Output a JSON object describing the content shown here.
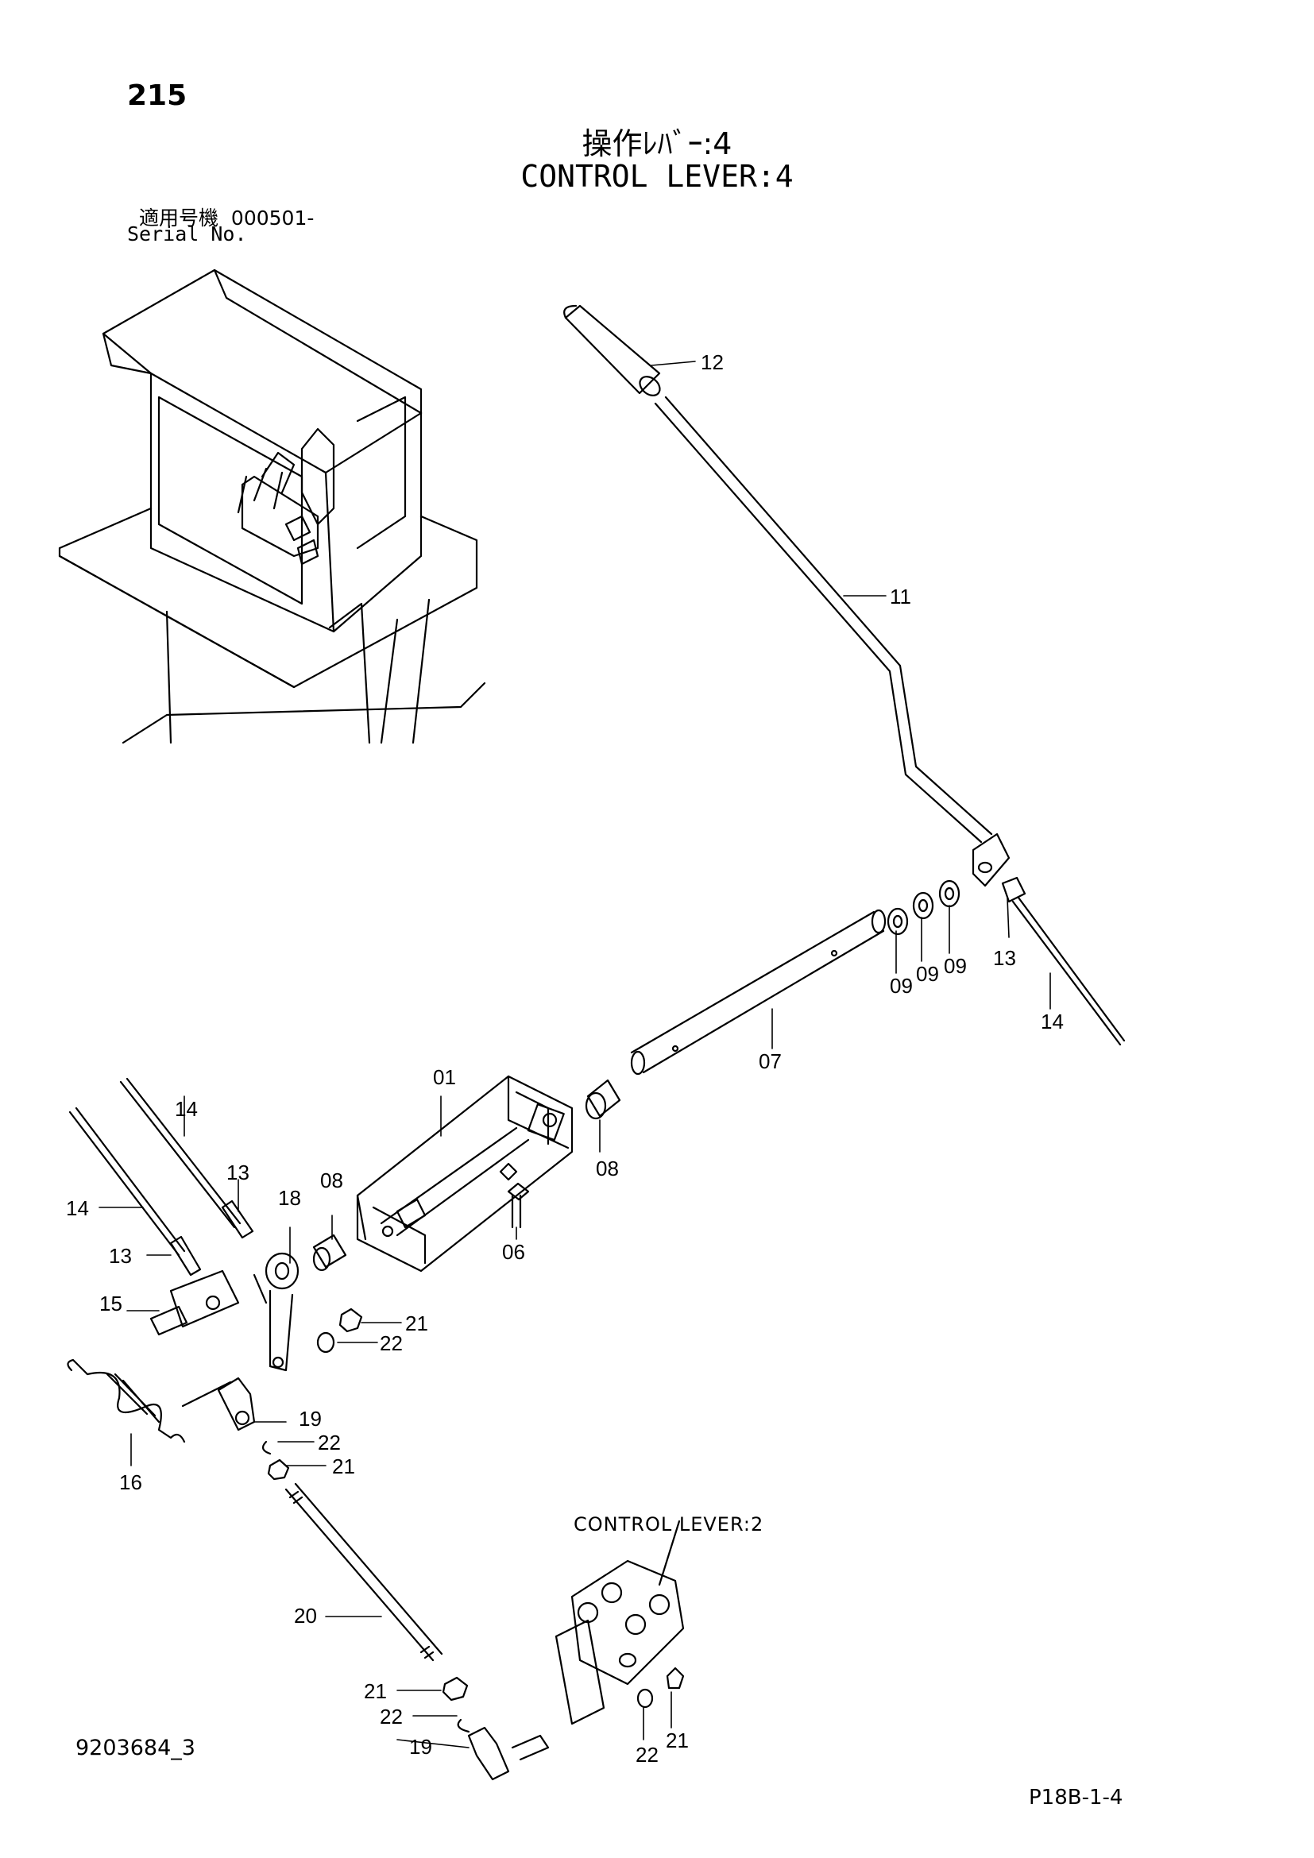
{
  "header": {
    "page_number": "215",
    "title_jp": "操作ﾚﾊﾞｰ:4",
    "title_en": "CONTROL LEVER:4",
    "serial_label_jp": "適用号機",
    "serial_value": "000501-",
    "serial_label_en": "Serial No."
  },
  "reference_label": "CONTROL LEVER:2",
  "footer": {
    "doc_id": "9203684_3",
    "page_code": "P18B-1-4"
  },
  "callouts": {
    "c01": "01",
    "c06": "06",
    "c07": "07",
    "c08a": "08",
    "c08b": "08",
    "c09a": "09",
    "c09b": "09",
    "c09c": "09",
    "c11": "11",
    "c12": "12",
    "c13a": "13",
    "c13b": "13",
    "c13c": "13",
    "c14a": "14",
    "c14b": "14",
    "c14c": "14",
    "c15": "15",
    "c16": "16",
    "c18": "18",
    "c19a": "19",
    "c19b": "19",
    "c20": "20",
    "c21a": "21",
    "c21b": "21",
    "c21c": "21",
    "c21d": "21",
    "c22a": "22",
    "c22b": "22",
    "c22c": "22",
    "c22d": "22"
  },
  "colors": {
    "ink": "#000000",
    "paper": "#ffffff"
  }
}
